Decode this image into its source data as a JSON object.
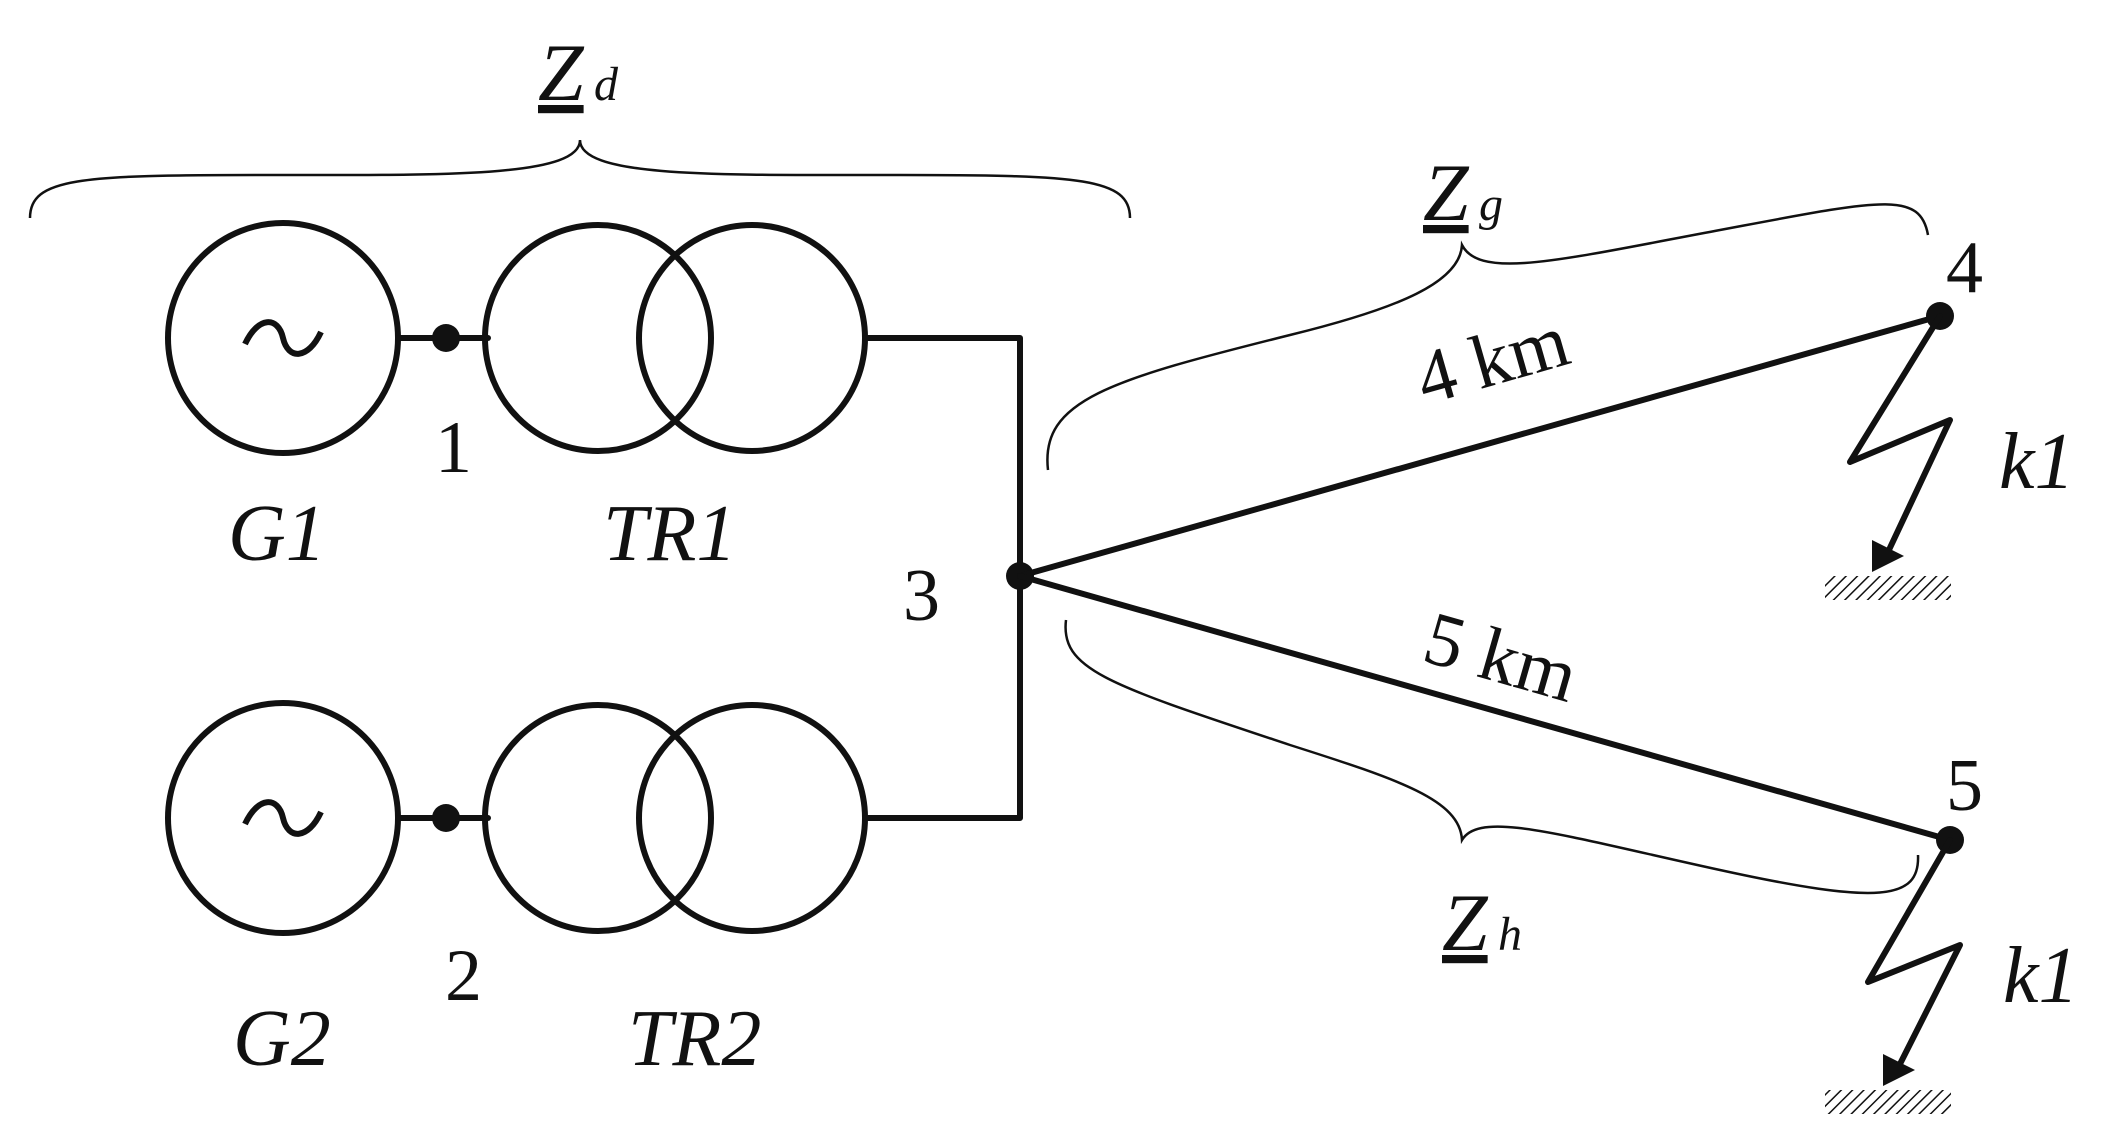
{
  "impedances": {
    "d": {
      "symbol": "Z",
      "sub": "d"
    },
    "g": {
      "symbol": "Z",
      "sub": "g"
    },
    "h": {
      "symbol": "Z",
      "sub": "h"
    }
  },
  "generators": [
    {
      "label": "G1",
      "symbol": "~"
    },
    {
      "label": "G2",
      "symbol": "~"
    }
  ],
  "transformers": [
    {
      "label": "TR1"
    },
    {
      "label": "TR2"
    }
  ],
  "nodes": [
    "1",
    "2",
    "3",
    "4",
    "5"
  ],
  "lines": [
    {
      "length": "4 km"
    },
    {
      "length": "5 km"
    }
  ],
  "faults": [
    {
      "label": "k1"
    },
    {
      "label": "k1"
    }
  ],
  "colors": {
    "ink": "#111111",
    "background": "#ffffff"
  }
}
